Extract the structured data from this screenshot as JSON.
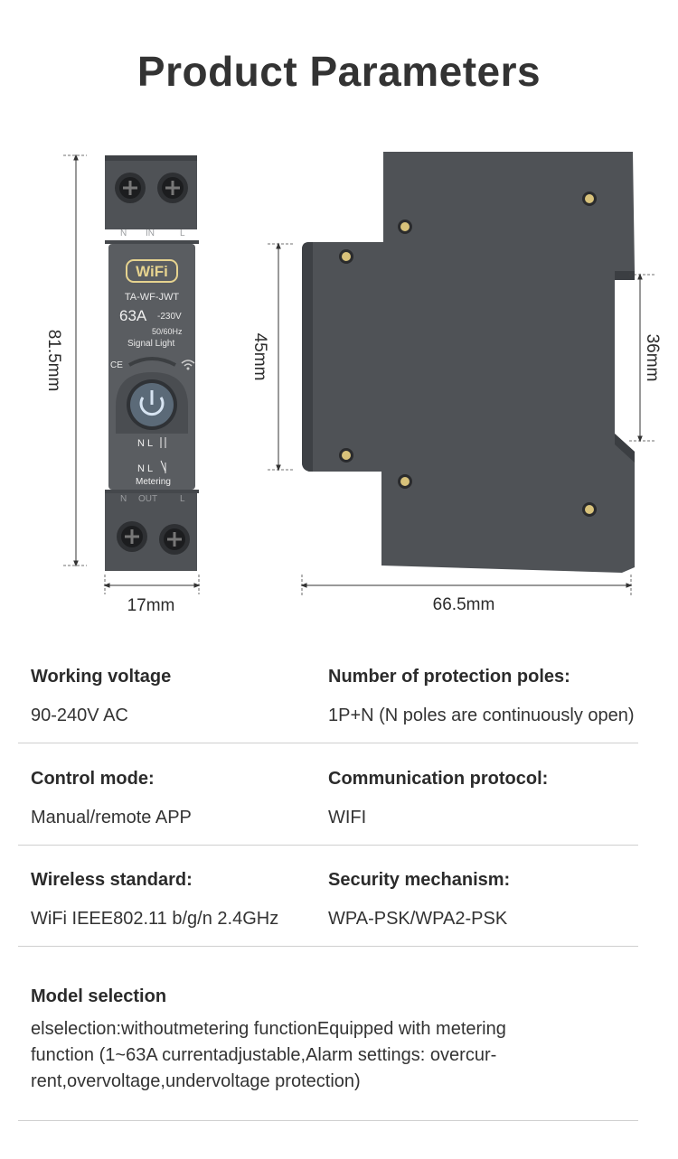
{
  "title": "Product Parameters",
  "device_front": {
    "brand_badge": "WiFi",
    "model": "TA-WF-JWT",
    "rating": "63A",
    "voltage": "-230V",
    "frequency": "50/60Hz",
    "signal_label": "Signal Light",
    "ce_mark": "CE",
    "top_terminals": [
      "N",
      "IN",
      "L"
    ],
    "bottom_terminals": [
      "N",
      "OUT",
      "L"
    ],
    "switch_glyph_top": "N L",
    "switch_glyph_bottom": "N L",
    "metering_label": "Metering",
    "icons": [
      "power-button-icon",
      "wifi-icon"
    ]
  },
  "dimensions": {
    "height": "81.5mm",
    "width": "17mm",
    "side_depth": "66.5mm",
    "rail_height": "45mm",
    "clip_height": "36mm"
  },
  "specs": [
    [
      {
        "label": "Working voltage",
        "value": "90-240V AC"
      },
      {
        "label": "Number of protection poles:",
        "value": "1P+N (N poles are continuously open)"
      }
    ],
    [
      {
        "label": "Control mode:",
        "value": "Manual/remote APP"
      },
      {
        "label": "Communication protocol:",
        "value": "WIFI"
      }
    ],
    [
      {
        "label": "Wireless standard:",
        "value": "WiFi IEEE802.11 b/g/n 2.4GHz"
      },
      {
        "label": "Security mechanism:",
        "value": "WPA-PSK/WPA2-PSK"
      }
    ]
  ],
  "model_selection": {
    "label": "Model selection",
    "lines": [
      "elselection:withoutmetering functionEquipped with metering",
      "function (1~63A currentadjustable,Alarm settings: overcur-",
      "rent,overvoltage,undervoltage protection)"
    ]
  },
  "colors": {
    "device_body": "#5a5d61",
    "device_dark": "#45484c",
    "side_body": "#4f5256",
    "screw_gold": "#d8c27a",
    "dim_line": "#333333",
    "divider": "#cfcfcf"
  }
}
